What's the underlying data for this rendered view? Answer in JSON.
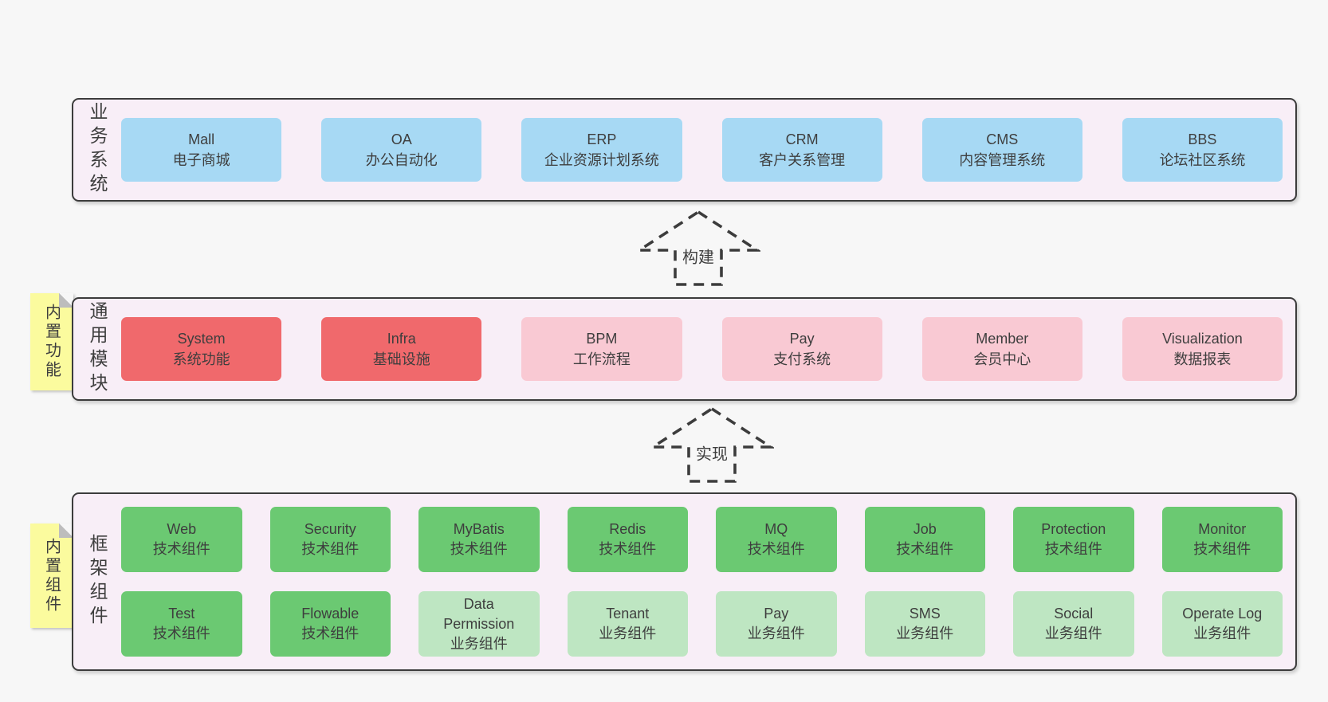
{
  "colors": {
    "page_bg": "#f7f7f7",
    "panel_bg": "#f8eef7",
    "line": "#3c3c3c",
    "ink": "#3e3e3e",
    "blue": "#a7d9f4",
    "red": "#f0696c",
    "pink": "#f9c9d3",
    "green": "#6bc972",
    "lightgreen": "#bee6c2",
    "sticky": "#fbfb9e",
    "fold": "#bdbdbd"
  },
  "arrows": [
    {
      "label": "构建"
    },
    {
      "label": "实现"
    }
  ],
  "sections": [
    {
      "id": "business-systems",
      "side_label": "业务系统",
      "sticky": "",
      "rows": [
        [
          {
            "en": "Mall",
            "cn": "电子商城",
            "variant": "blue"
          },
          {
            "en": "OA",
            "cn": "办公自动化",
            "variant": "blue"
          },
          {
            "en": "ERP",
            "cn": "企业资源计划系统",
            "variant": "blue"
          },
          {
            "en": "CRM",
            "cn": "客户关系管理",
            "variant": "blue"
          },
          {
            "en": "CMS",
            "cn": "内容管理系统",
            "variant": "blue"
          },
          {
            "en": "BBS",
            "cn": "论坛社区系统",
            "variant": "blue"
          }
        ]
      ]
    },
    {
      "id": "common-modules",
      "side_label": "通用模块",
      "sticky": "内置功能",
      "rows": [
        [
          {
            "en": "System",
            "cn": "系统功能",
            "variant": "red"
          },
          {
            "en": "Infra",
            "cn": "基础设施",
            "variant": "red"
          },
          {
            "en": "BPM",
            "cn": "工作流程",
            "variant": "pink"
          },
          {
            "en": "Pay",
            "cn": "支付系统",
            "variant": "pink"
          },
          {
            "en": "Member",
            "cn": "会员中心",
            "variant": "pink"
          },
          {
            "en": "Visualization",
            "cn": "数据报表",
            "variant": "pink"
          }
        ]
      ]
    },
    {
      "id": "framework-components",
      "side_label": "框架组件",
      "sticky": "内置组件",
      "rows": [
        [
          {
            "en": "Web",
            "cn": "技术组件",
            "variant": "green"
          },
          {
            "en": "Security",
            "cn": "技术组件",
            "variant": "green"
          },
          {
            "en": "MyBatis",
            "cn": "技术组件",
            "variant": "green"
          },
          {
            "en": "Redis",
            "cn": "技术组件",
            "variant": "green"
          },
          {
            "en": "MQ",
            "cn": "技术组件",
            "variant": "green"
          },
          {
            "en": "Job",
            "cn": "技术组件",
            "variant": "green"
          },
          {
            "en": "Protection",
            "cn": "技术组件",
            "variant": "green"
          },
          {
            "en": "Monitor",
            "cn": "技术组件",
            "variant": "green"
          }
        ],
        [
          {
            "en": "Test",
            "cn": "技术组件",
            "variant": "green"
          },
          {
            "en": "Flowable",
            "cn": "技术组件",
            "variant": "green"
          },
          {
            "en": "Data Permission",
            "cn": "业务组件",
            "variant": "lightgreen"
          },
          {
            "en": "Tenant",
            "cn": "业务组件",
            "variant": "lightgreen"
          },
          {
            "en": "Pay",
            "cn": "业务组件",
            "variant": "lightgreen"
          },
          {
            "en": "SMS",
            "cn": "业务组件",
            "variant": "lightgreen"
          },
          {
            "en": "Social",
            "cn": "业务组件",
            "variant": "lightgreen"
          },
          {
            "en": "Operate Log",
            "cn": "业务组件",
            "variant": "lightgreen"
          }
        ]
      ]
    }
  ]
}
